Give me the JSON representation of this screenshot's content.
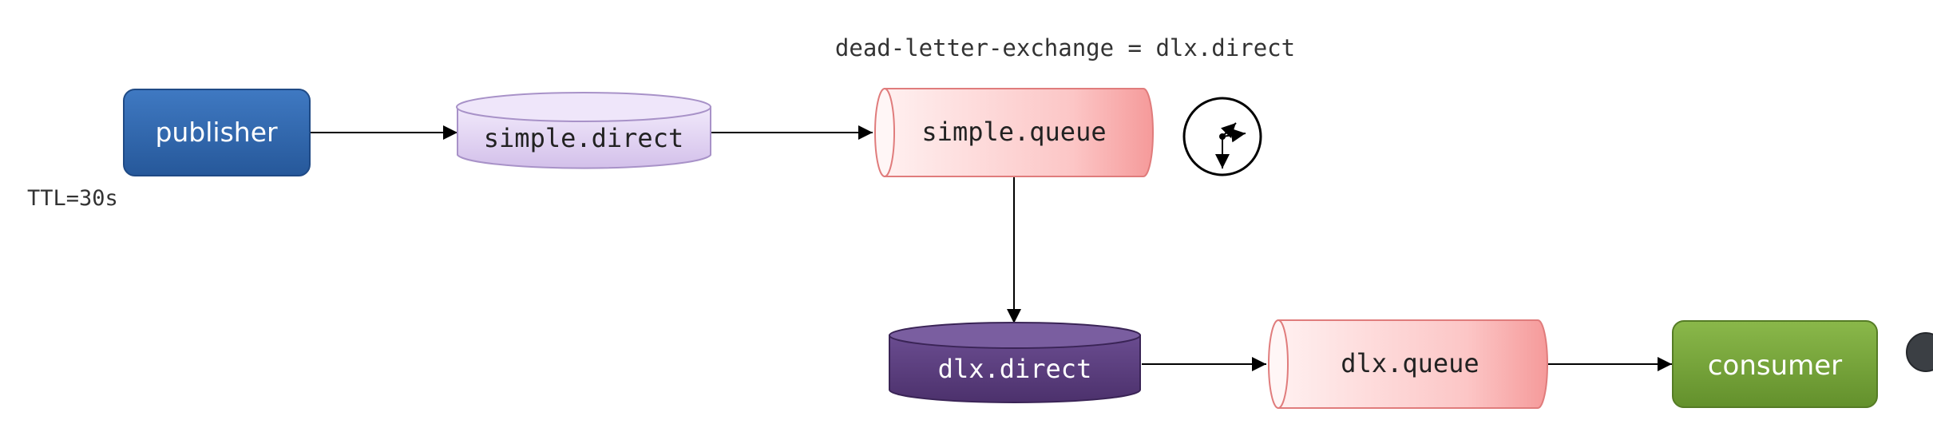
{
  "annotations": {
    "dead_letter_exchange": "dead-letter-exchange = dlx.direct",
    "ttl": "TTL=30s"
  },
  "nodes": {
    "publisher": "publisher",
    "simple_direct": "simple.direct",
    "simple_queue": "simple.queue",
    "dlx_direct": "dlx.direct",
    "dlx_queue": "dlx.queue",
    "consumer": "consumer"
  },
  "icons": {
    "timer": "clock-icon"
  },
  "colors": {
    "publisher": "#2f66ad",
    "simple_direct": "#e6daf5",
    "queue": "#fdd3d3",
    "dlx_direct": "#5b3f7f",
    "consumer": "#78a43a"
  }
}
